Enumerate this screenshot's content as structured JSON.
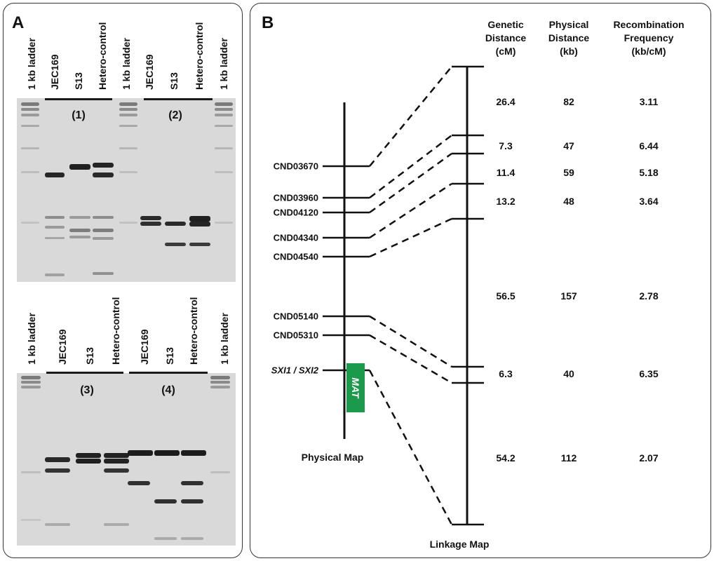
{
  "panel_a": {
    "letter": "A",
    "top_labels": [
      "1 kb ladder",
      "JEC169",
      "S13",
      "Hetero-control",
      "1 kb ladder",
      "JEC169",
      "S13",
      "Hetero-control",
      "1 kb ladder"
    ],
    "bottom_labels": [
      "1 kb ladder",
      "JEC169",
      "S13",
      "Hetero-control",
      "JEC169",
      "S13",
      "Hetero-control",
      "1 kb ladder"
    ],
    "gel_numbers": [
      "(1)",
      "(2)",
      "(3)",
      "(4)"
    ]
  },
  "panel_b": {
    "letter": "B",
    "headers": {
      "genetic": "Genetic\nDistance\n(cM)",
      "physical": "Physical\nDistance\n(kb)",
      "recomb": "Recombination\nFrequency\n(kb/cM)"
    },
    "rows": [
      {
        "cm": "26.4",
        "kb": "82",
        "freq": "3.11"
      },
      {
        "cm": "7.3",
        "kb": "47",
        "freq": "6.44"
      },
      {
        "cm": "11.4",
        "kb": "59",
        "freq": "5.18"
      },
      {
        "cm": "13.2",
        "kb": "48",
        "freq": "3.64"
      },
      {
        "cm": "56.5",
        "kb": "157",
        "freq": "2.78"
      },
      {
        "cm": "6.3",
        "kb": "40",
        "freq": "6.35"
      },
      {
        "cm": "54.2",
        "kb": "112",
        "freq": "2.07"
      }
    ],
    "markers": [
      "CND03670",
      "CND03960",
      "CND04120",
      "CND04340",
      "CND04540",
      "CND05140",
      "CND05310",
      "SXI1 / SXI2"
    ],
    "mat_label": "MAT",
    "physical_map_label": "Physical Map",
    "linkage_map_label": "Linkage Map",
    "mat_color": "#1a9a4a"
  }
}
